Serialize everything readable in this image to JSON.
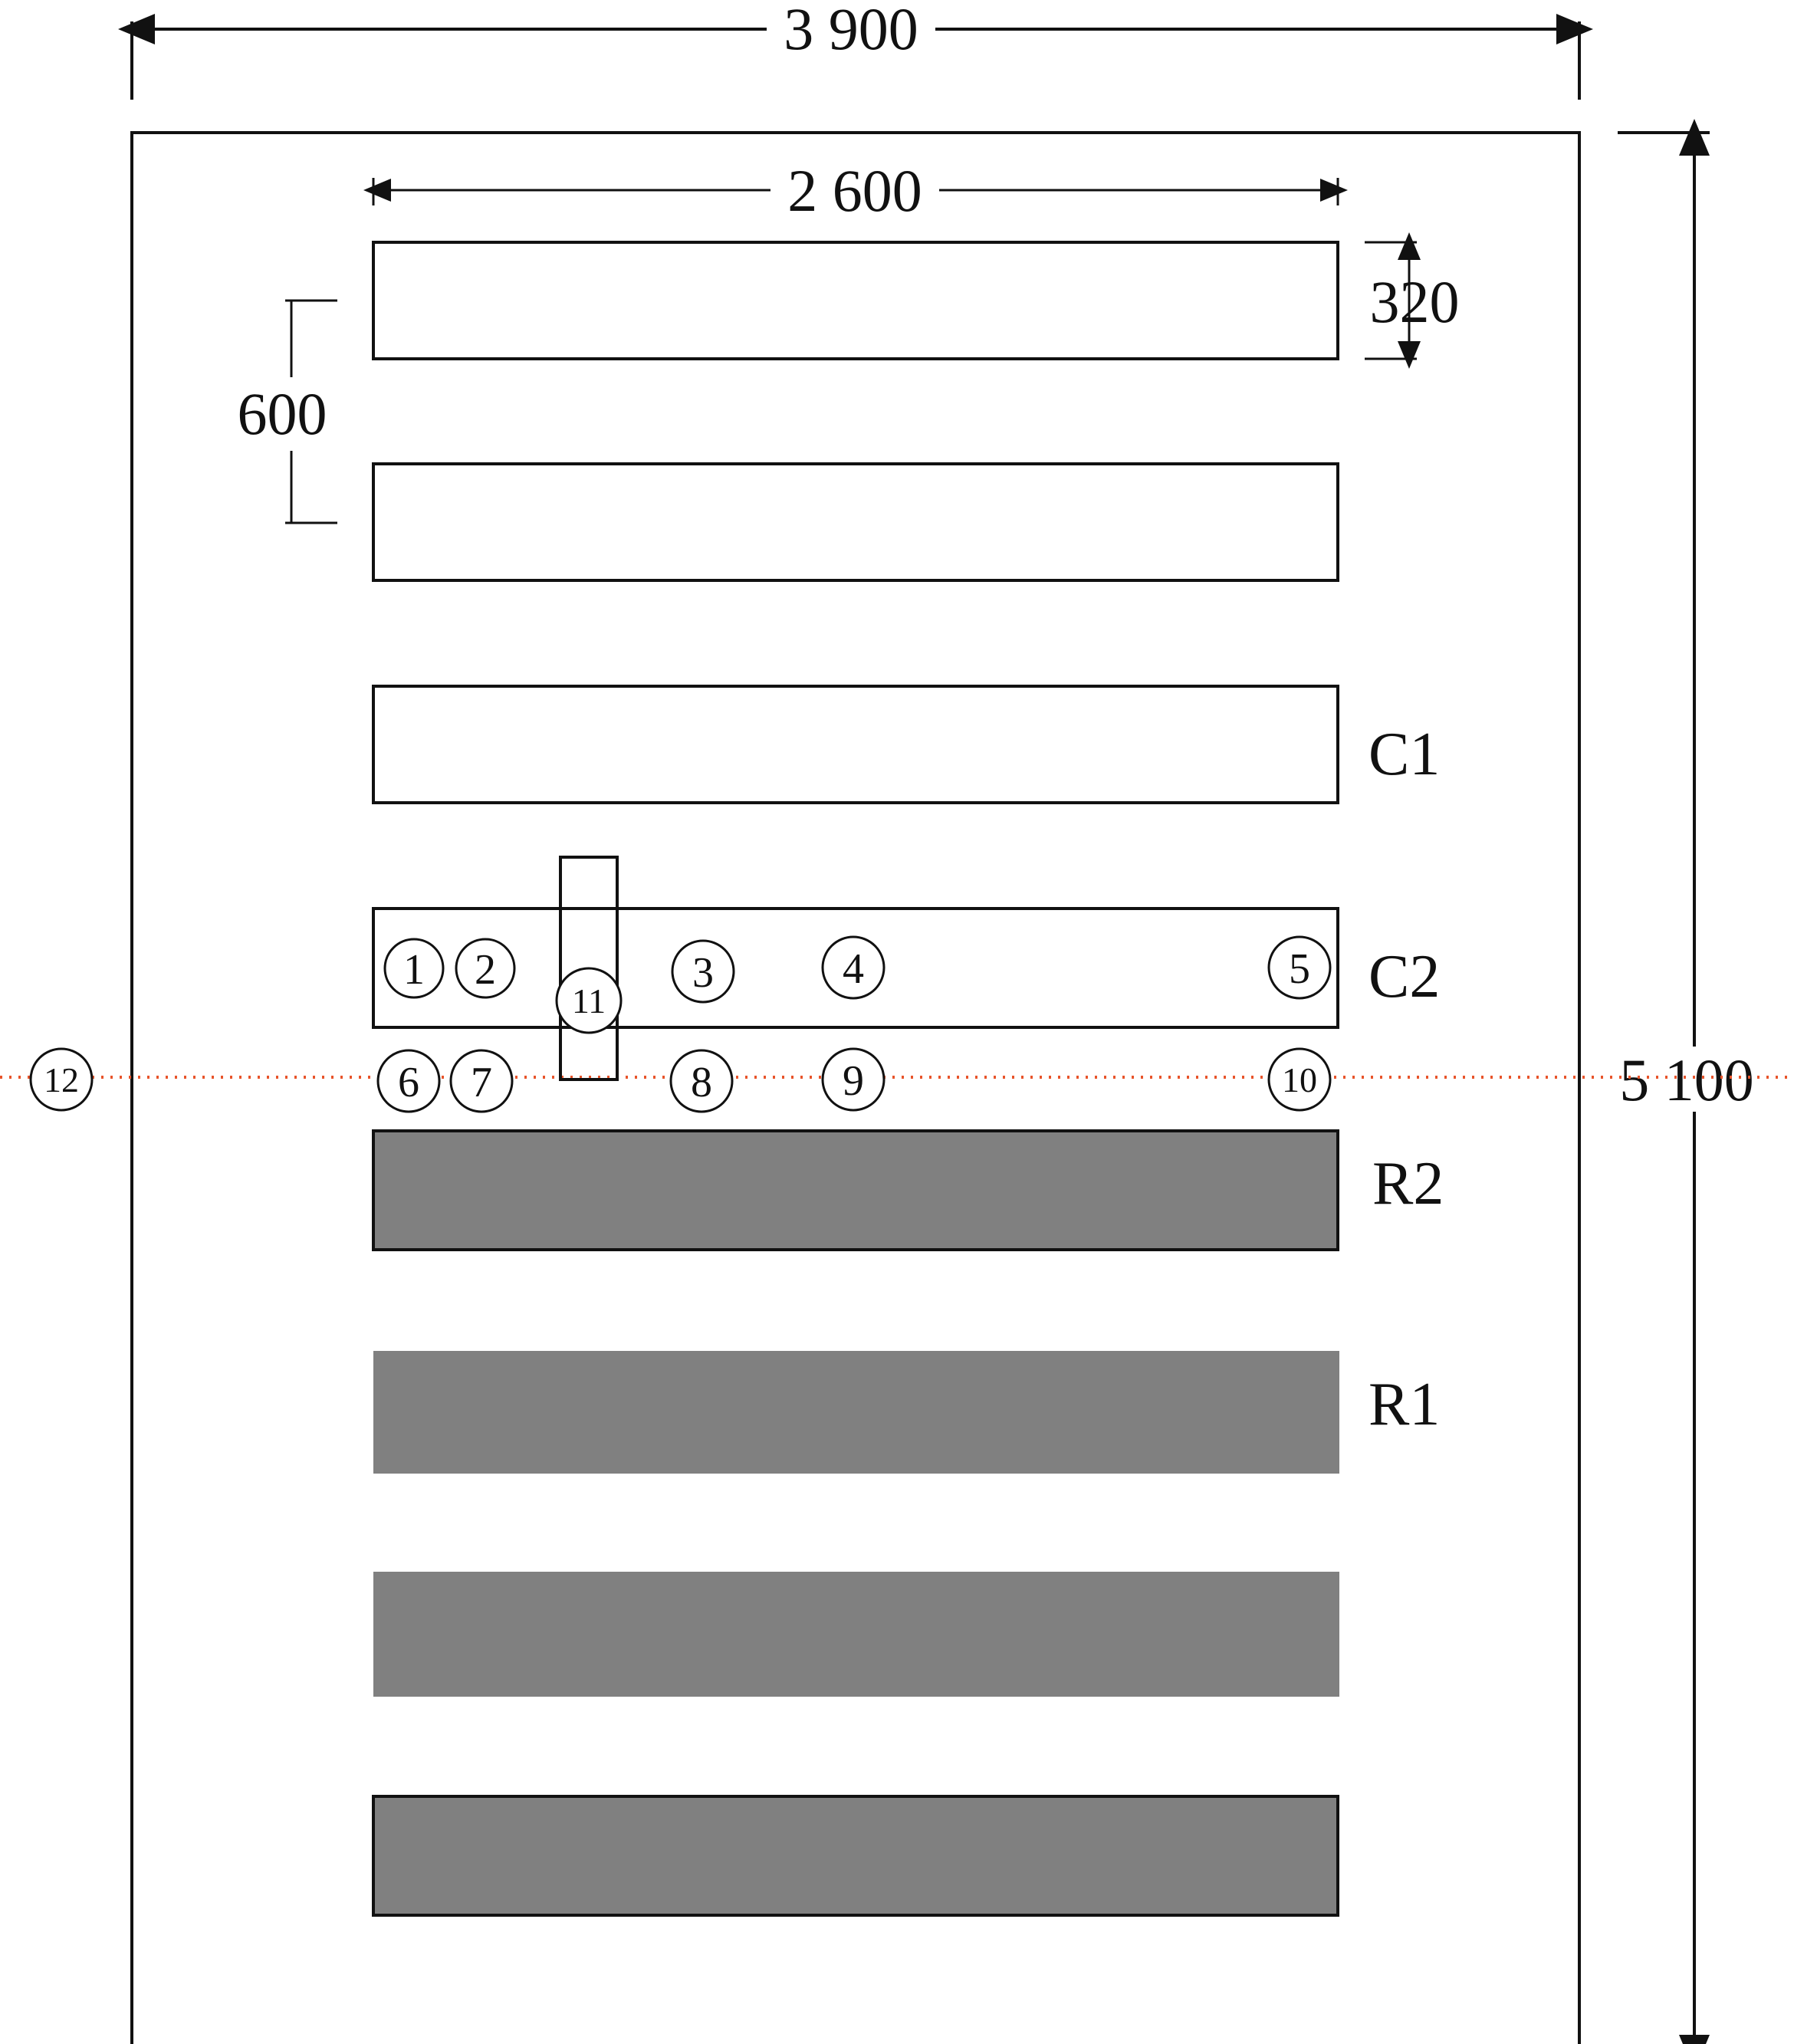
{
  "dimensions": {
    "overall_width": "3 900",
    "overall_height": "5 100",
    "strip_length": "2 600",
    "strip_height": "320",
    "strip_spacing": "600"
  },
  "strip_labels": {
    "c1": "C1",
    "c2": "C2",
    "r2": "R2",
    "r1": "R1"
  },
  "markers": [
    "1",
    "2",
    "3",
    "4",
    "5",
    "6",
    "7",
    "8",
    "9",
    "10",
    "11",
    "12"
  ],
  "colors": {
    "fill_gray": "#808080",
    "dotted_line": "#e8542a",
    "outline": "#111111"
  }
}
